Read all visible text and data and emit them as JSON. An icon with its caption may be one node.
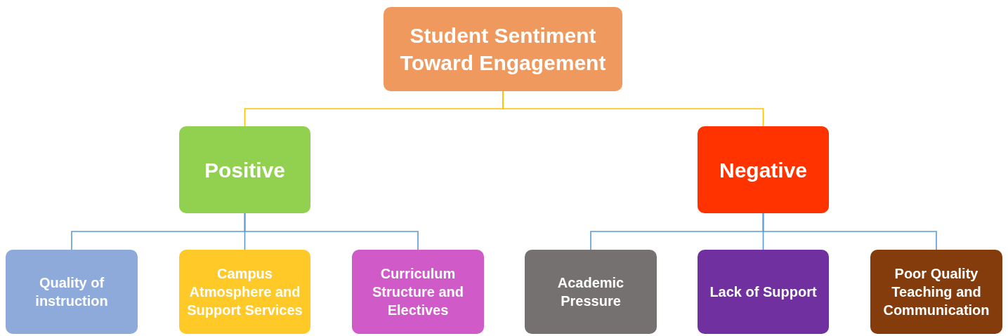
{
  "diagram": {
    "nodes": [
      {
        "text": [
          "Student Sentiment Toward Engagement"
        ]
      },
      {
        "text": [
          "Positive"
        ]
      },
      {
        "text": [
          "Negative"
        ]
      },
      {
        "text": [
          "Quality of instruction"
        ]
      },
      {
        "text": [
          "Campus Atmosphere and Support Services"
        ]
      },
      {
        "text": [
          "Curriculum Structure and Electives"
        ]
      },
      {
        "text": [
          "Academic Pressure"
        ]
      },
      {
        "text": [
          "Lack of Support"
        ]
      },
      {
        "text": [
          "Poor Quality Teaching and Communication"
        ]
      }
    ],
    "edges": [
      {
        "from": 0,
        "to": 1,
        "arrow": "none",
        "color": "#ffc000"
      },
      {
        "from": 0,
        "to": 2,
        "arrow": "none",
        "color": "#ffc000"
      },
      {
        "from": 1,
        "to": 3,
        "arrow": "none"
      },
      {
        "from": 1,
        "to": 4,
        "arrow": "none"
      },
      {
        "from": 1,
        "to": 5,
        "arrow": "none"
      },
      {
        "from": 2,
        "to": 6,
        "arrow": "none"
      },
      {
        "from": 2,
        "to": 7,
        "arrow": "none"
      },
      {
        "from": 2,
        "to": 8,
        "arrow": "none"
      }
    ]
  }
}
